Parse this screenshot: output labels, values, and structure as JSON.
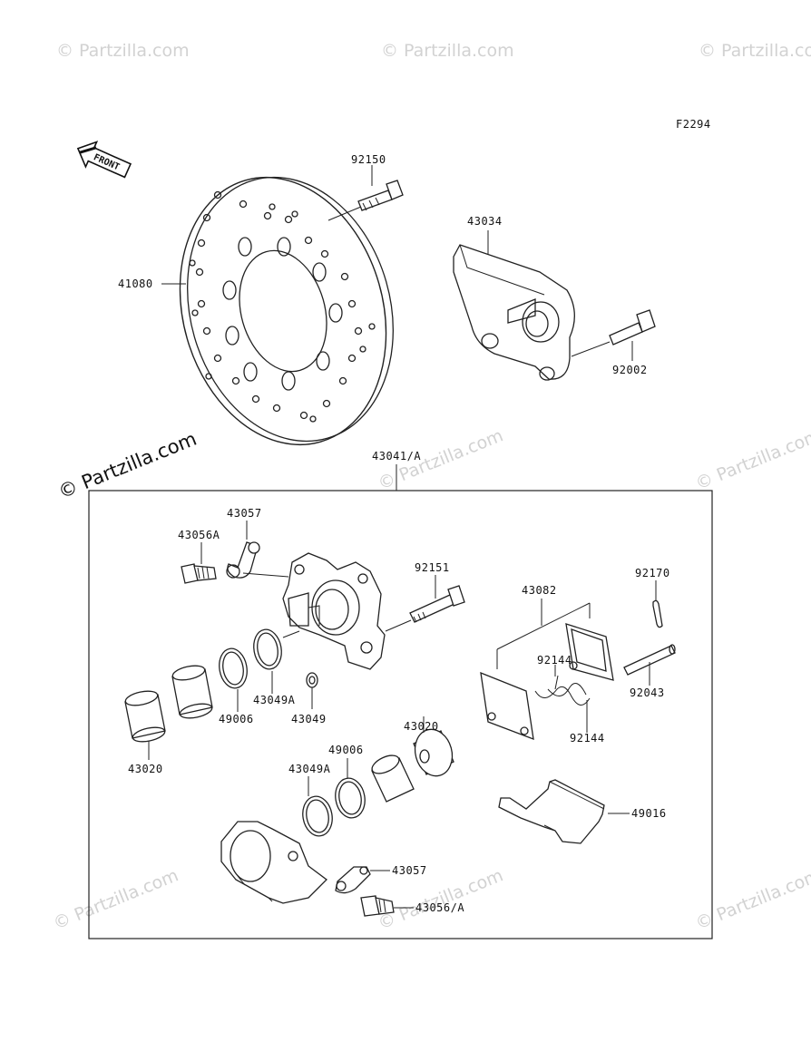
{
  "figure_code": "F2294",
  "front_label": "FRONT",
  "watermarks": {
    "small": "© Partzilla.com",
    "large": "© Partzilla.com"
  },
  "part_labels": {
    "p92150": "92150",
    "p43034": "43034",
    "p41080": "41080",
    "p92002": "92002",
    "p43041": "43041/A",
    "p43057_top": "43057",
    "p43056A_top": "43056A",
    "p92151": "92151",
    "p92170": "92170",
    "p43082": "43082",
    "p92144_a": "92144",
    "p92144_b": "92144",
    "p92043": "92043",
    "p43049A_top": "43049A",
    "p49006_top": "49006",
    "p43049": "43049",
    "p43020_left": "43020",
    "p43020_right": "43020",
    "p49006_bot": "49006",
    "p43049A_bot": "43049A",
    "p49016": "49016",
    "p43057_bot": "43057",
    "p43056A_bot": "43056/A"
  }
}
